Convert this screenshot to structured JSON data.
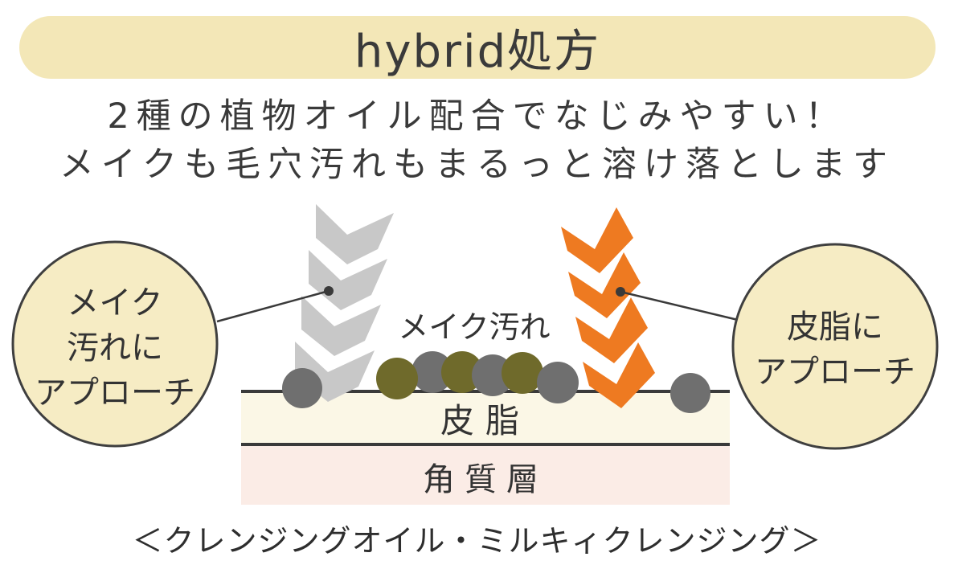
{
  "header": {
    "title": "hybrid処方",
    "subtitle_line1": "2種の植物オイル配合でなじみやすい！",
    "subtitle_line2": "メイクも毛穴汚れもまるっと溶け落とします"
  },
  "diagram": {
    "left_callout": [
      "メイク",
      "汚れに",
      "アプローチ"
    ],
    "right_callout": [
      "皮脂に",
      "アプローチ"
    ],
    "makeup_label": "メイク汚れ",
    "sebum_label": "皮脂",
    "stratum_label": "角質層"
  },
  "caption": "＜クレンジングオイル・ミルキィクレンジング＞",
  "colors": {
    "banner_bg": "#f3e7b7",
    "circle_bg": "#f6ecc4",
    "circle_border": "#3f3f3f",
    "sebum_layer": "#fbf7e6",
    "stratum_layer": "#fbece6",
    "chevron_gray": "#c8c8c8",
    "chevron_orange": "#ee7a21",
    "particle_gray": "#6f6f6f",
    "particle_olive": "#6f6a2b",
    "text": "#3a3a3a"
  }
}
